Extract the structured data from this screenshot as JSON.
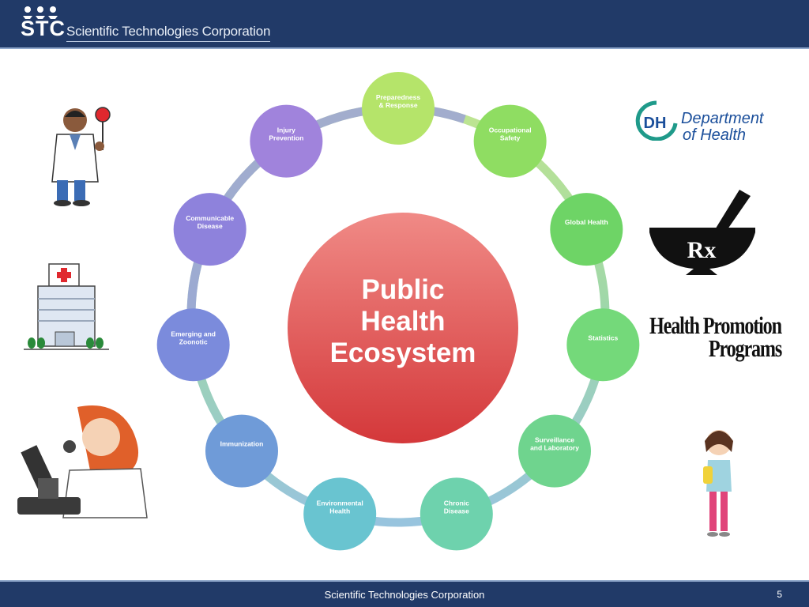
{
  "header": {
    "logo_abbr": "STC",
    "logo_text": "Scientific Technologies Corporation"
  },
  "diagram": {
    "center": {
      "lines": [
        "Public",
        "Health",
        "Ecosystem"
      ],
      "color": "#d8474a"
    },
    "nodes": [
      {
        "lines": [
          "Preparedness",
          "& Response"
        ],
        "color": "#b5e46a"
      },
      {
        "lines": [
          "Occupational",
          "Safety"
        ],
        "color": "#8fdd62"
      },
      {
        "lines": [
          "Global Health"
        ],
        "color": "#6ed466"
      },
      {
        "lines": [
          "Statistics"
        ],
        "color": "#74d97a"
      },
      {
        "lines": [
          "Surveillance",
          "and Laboratory"
        ],
        "color": "#6fd48e"
      },
      {
        "lines": [
          "Chronic",
          "Disease"
        ],
        "color": "#6ed2ad"
      },
      {
        "lines": [
          "Environmental",
          "Health"
        ],
        "color": "#69c4d0"
      },
      {
        "lines": [
          "Immunization"
        ],
        "color": "#6f9bd8"
      },
      {
        "lines": [
          "Emerging and",
          "Zoonotic"
        ],
        "color": "#7b8bdc"
      },
      {
        "lines": [
          "Communicable",
          "Disease"
        ],
        "color": "#8e82dc"
      },
      {
        "lines": [
          "Injury",
          "Prevention"
        ],
        "color": "#a083dc"
      }
    ]
  },
  "logos": {
    "dh_badge": "DH",
    "dh_lines": [
      "Department",
      "of Health"
    ],
    "rx": "Rx",
    "health_promotion_lines": [
      "Health Promotion",
      "Programs"
    ]
  },
  "footer": {
    "text": "Scientific Technologies Corporation",
    "page": "5"
  }
}
